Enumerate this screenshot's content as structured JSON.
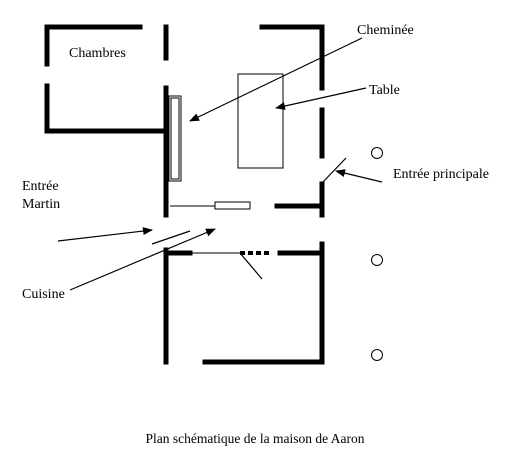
{
  "labels": {
    "chambres": "Chambres",
    "cheminee": "Cheminée",
    "table": "Table",
    "entree_principale": "Entrée principale",
    "entree_martin_line1": "Entrée",
    "entree_martin_line2": "Martin",
    "cuisine": "Cuisine"
  },
  "caption": "Plan schématique de la maison de Aaron",
  "icons": [
    "arrow-icon",
    "circle-marker-icon"
  ]
}
